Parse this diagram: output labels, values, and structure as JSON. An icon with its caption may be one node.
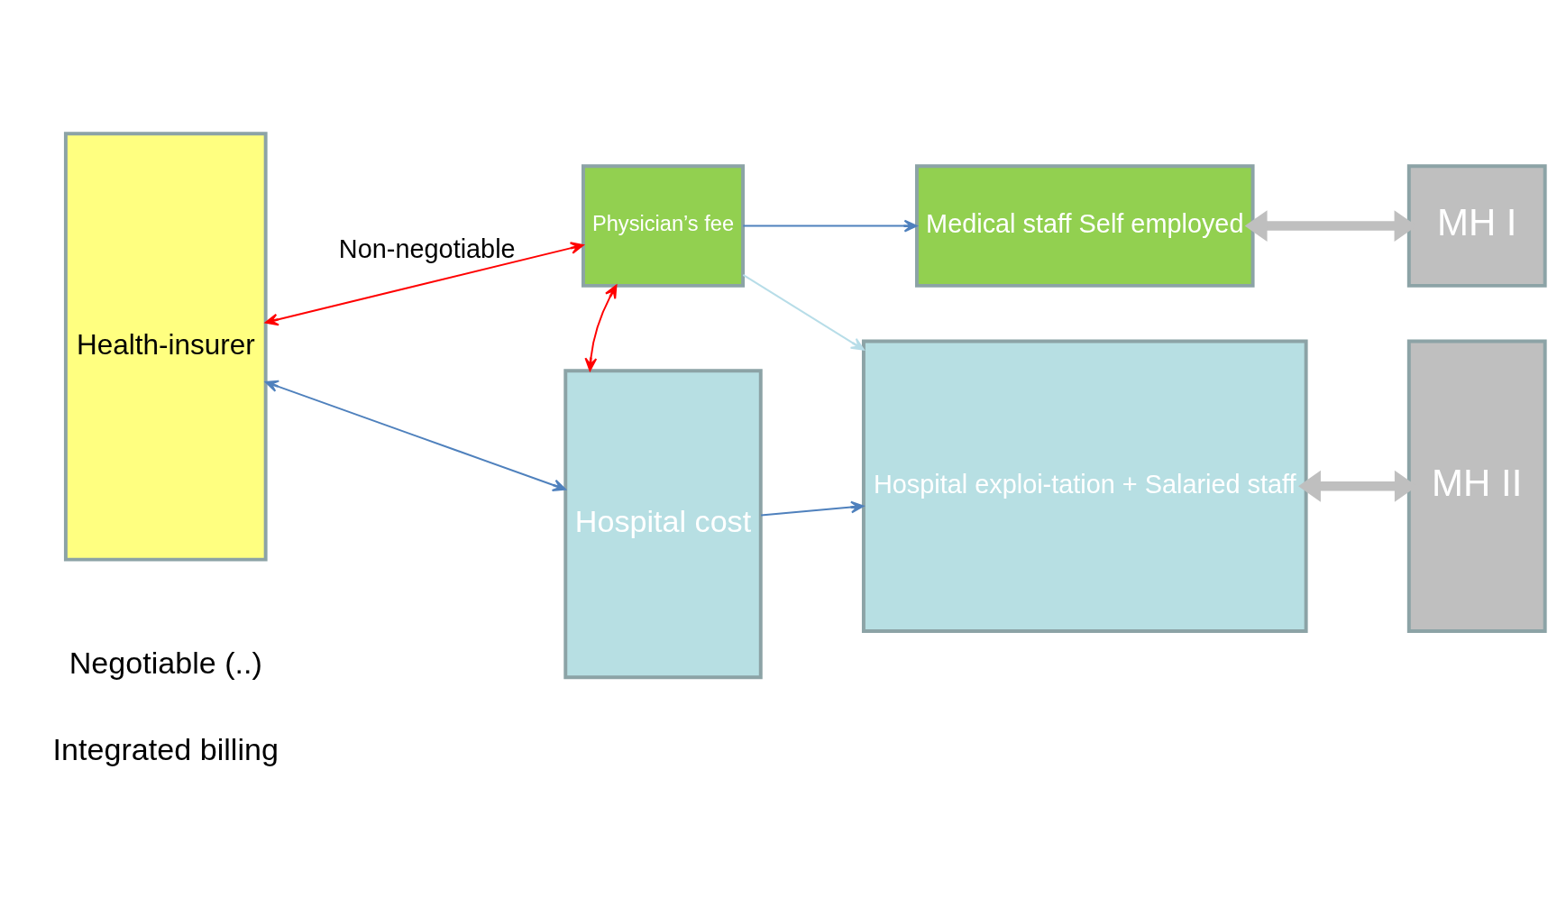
{
  "diagram": {
    "nodes": [
      {
        "text": [
          "Health-insurer"
        ]
      },
      {
        "text": [
          "Physician’s fee"
        ]
      },
      {
        "text": [
          "Hospital cost"
        ]
      },
      {
        "text": [
          "Medical staff Self employed"
        ]
      },
      {
        "text": [
          "MH I"
        ]
      },
      {
        "text": [
          "Hospital exploi-tation + Salaried staff"
        ]
      },
      {
        "text": [
          "MH II"
        ]
      }
    ],
    "edges": [
      {
        "from": 0,
        "to": 1,
        "arrow": "both",
        "label": "Non-negotiable",
        "color": "#ff0000"
      },
      {
        "from": 1,
        "to": 2,
        "arrow": "both",
        "color": "#ff0000"
      },
      {
        "from": 1,
        "to": 3,
        "arrow": "to"
      },
      {
        "from": 1,
        "to": 5,
        "arrow": "to",
        "color": "#b7dde8"
      },
      {
        "from": 2,
        "to": 5,
        "arrow": "to"
      },
      {
        "from": 0,
        "to": 2,
        "arrow": "both"
      },
      {
        "from": 3,
        "to": 4,
        "arrow": "both",
        "style": "thick",
        "color": "#bfbfbf"
      },
      {
        "from": 5,
        "to": 6,
        "arrow": "both",
        "style": "thick",
        "color": "#bfbfbf"
      }
    ],
    "labels": [
      "Integrated billing",
      "Negotiable (..)"
    ]
  }
}
